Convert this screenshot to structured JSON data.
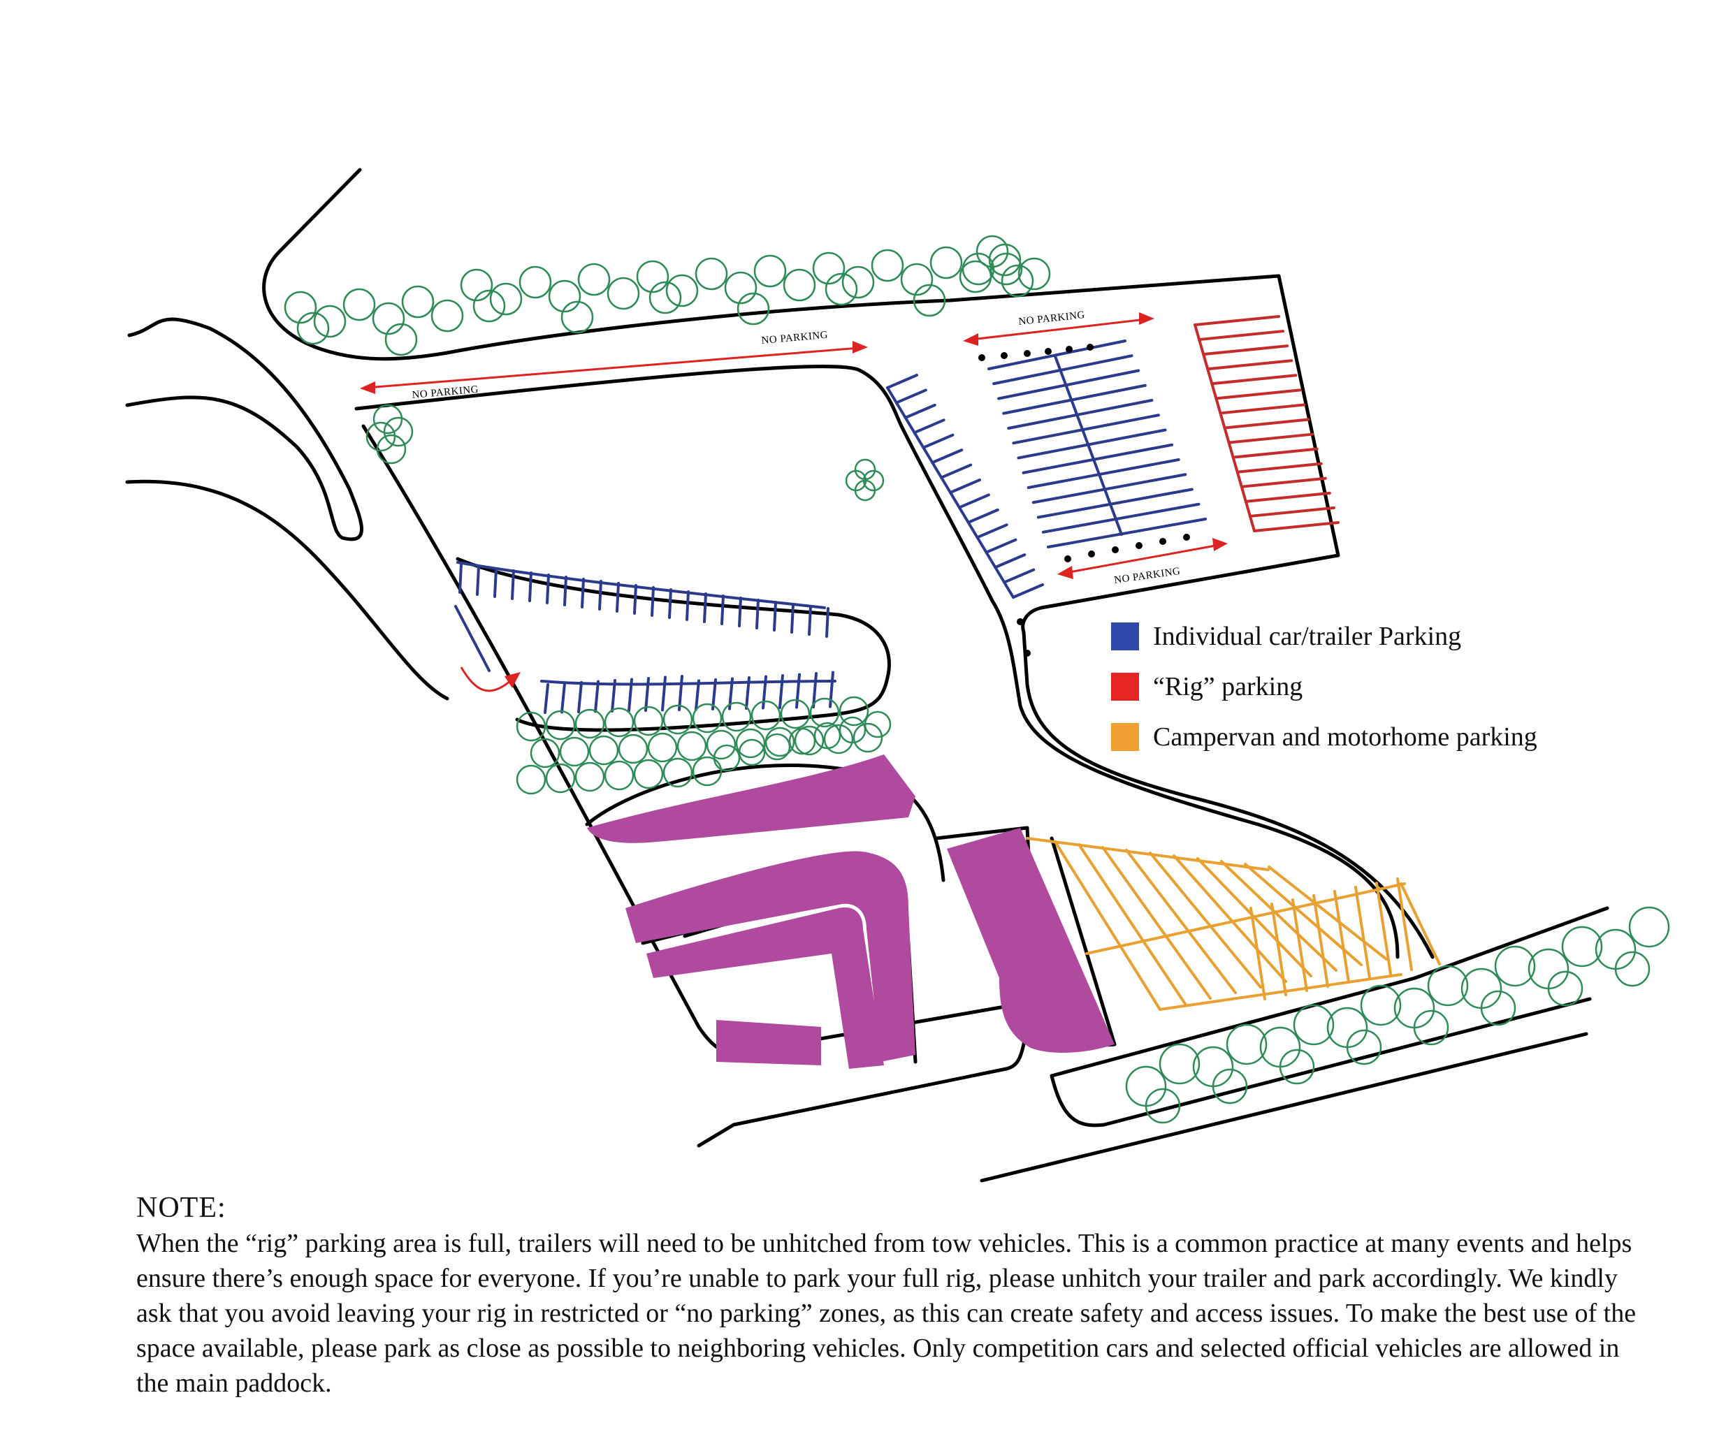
{
  "map_labels": {
    "no_parking_1": "NO PARKING",
    "no_parking_2": "NO PARKING",
    "no_parking_3": "NO PARKING",
    "no_parking_4": "NO PARKING"
  },
  "legend": {
    "items": [
      {
        "label": "Individual car/trailer Parking",
        "color": "#2f4aa8"
      },
      {
        "label": "“Rig” parking",
        "color": "#e52424"
      },
      {
        "label": "Campervan and motorhome parking",
        "color": "#f0a030"
      }
    ]
  },
  "zone_colors": {
    "individual": "#2b3a8c",
    "rig": "#c42b2b",
    "campervan": "#e8a030",
    "paddock": "#b04a9e",
    "trees": "#2e8b57"
  },
  "note": {
    "title": "NOTE:",
    "body": "When the “rig” parking area is full, trailers will need to be unhitched from tow vehicles. This is a common practice at many events and helps ensure there’s enough space for everyone. If you’re unable to park your full rig, please unhitch your trailer and park accordingly. We kindly ask that you avoid leaving your rig in restricted or “no parking” zones, as this can create safety and access issues. To make the best use of the space available, please park as close as possible to neighboring vehicles. Only competition cars and selected official vehicles are allowed in the main paddock."
  }
}
